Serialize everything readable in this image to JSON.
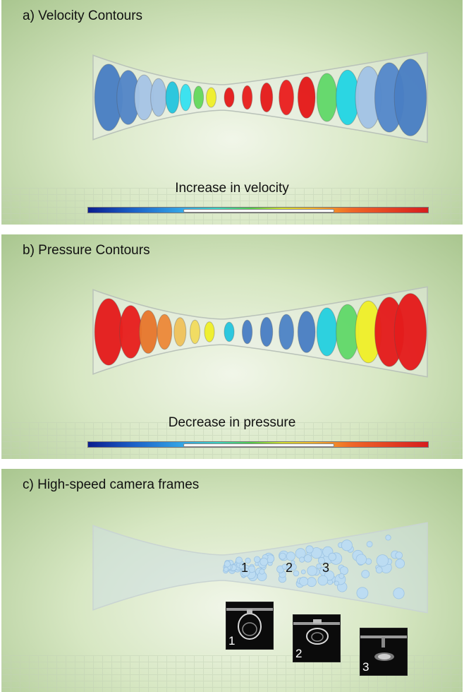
{
  "panel_a": {
    "title": "a) Velocity Contours",
    "caption": "Increase in velocity",
    "disc_colors": [
      "#4a7fc4",
      "#5487c8",
      "#a7c5e6",
      "#a2c2e4",
      "#26c6de",
      "#37e2f0",
      "#65d95d",
      "#f0f02a",
      "#e51c1c",
      "#e8201e",
      "#e51c1c",
      "#eb2020",
      "#e51a1a",
      "#62d96a",
      "#24d6e4",
      "#a3c4e6",
      "#5589cb",
      "#4a7fc4"
    ]
  },
  "panel_b": {
    "title": "b) Pressure Contours",
    "caption": "Decrease in pressure",
    "disc_colors": [
      "#e51c1c",
      "#e8201e",
      "#e8782e",
      "#ed8a3a",
      "#f0c35c",
      "#f2dc5e",
      "#f0f02a",
      "#26c6de",
      "#4a7fc4",
      "#4a7fc4",
      "#4f84c7",
      "#4a7fc4",
      "#26d0e0",
      "#62d96a",
      "#f0f02a",
      "#e51c1c",
      "#e51c1c"
    ]
  },
  "panel_c": {
    "title": "c) High-speed camera frames",
    "bubble_labels": [
      "1",
      "2",
      "3"
    ],
    "frame_labels": [
      "1",
      "2",
      "3"
    ]
  }
}
